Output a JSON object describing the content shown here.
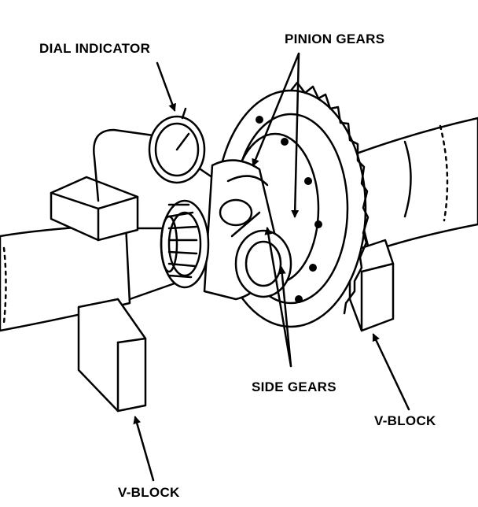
{
  "labels": {
    "dial_indicator": "DIAL INDICATOR",
    "pinion_gears": "PINION GEARS",
    "side_gears": "SIDE GEARS",
    "v_block_right": "V-BLOCK",
    "v_block_left": "V-BLOCK"
  },
  "colors": {
    "ink": "#000000",
    "paper": "#ffffff"
  }
}
